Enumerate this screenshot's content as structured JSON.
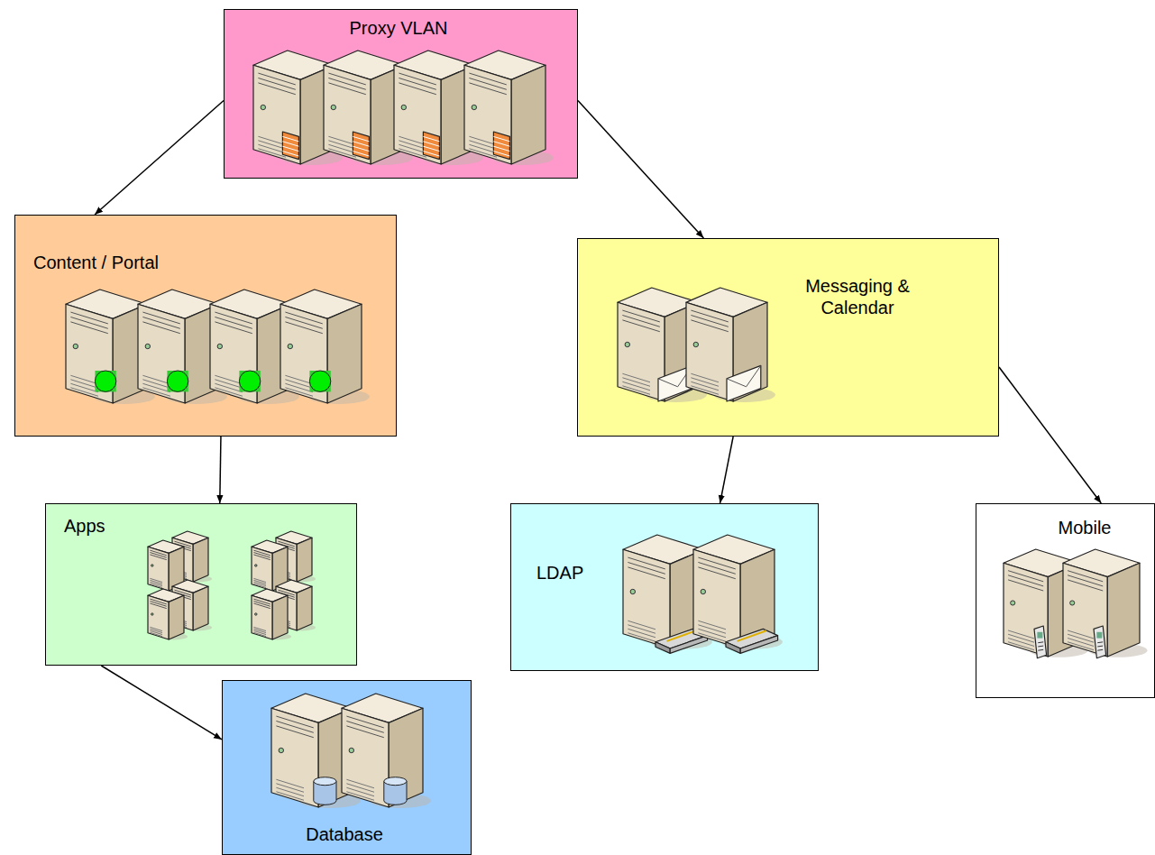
{
  "diagram": {
    "nodes": [
      {
        "text": [
          "Proxy VLAN"
        ]
      },
      {
        "text": [
          "Content / Portal"
        ]
      },
      {
        "text": [
          "Messaging & Calendar"
        ]
      },
      {
        "text": [
          "Apps"
        ]
      },
      {
        "text": [
          "LDAP"
        ]
      },
      {
        "text": [
          "Mobile"
        ]
      },
      {
        "text": [
          "Database"
        ]
      }
    ],
    "edges": [
      {
        "from": 0,
        "to": 1,
        "arrow": "to"
      },
      {
        "from": 0,
        "to": 2,
        "arrow": "to"
      },
      {
        "from": 1,
        "to": 3,
        "arrow": "to"
      },
      {
        "from": 3,
        "to": 6,
        "arrow": "to"
      },
      {
        "from": 2,
        "to": 4,
        "arrow": "to"
      },
      {
        "from": 2,
        "to": 5,
        "arrow": "to"
      }
    ]
  }
}
